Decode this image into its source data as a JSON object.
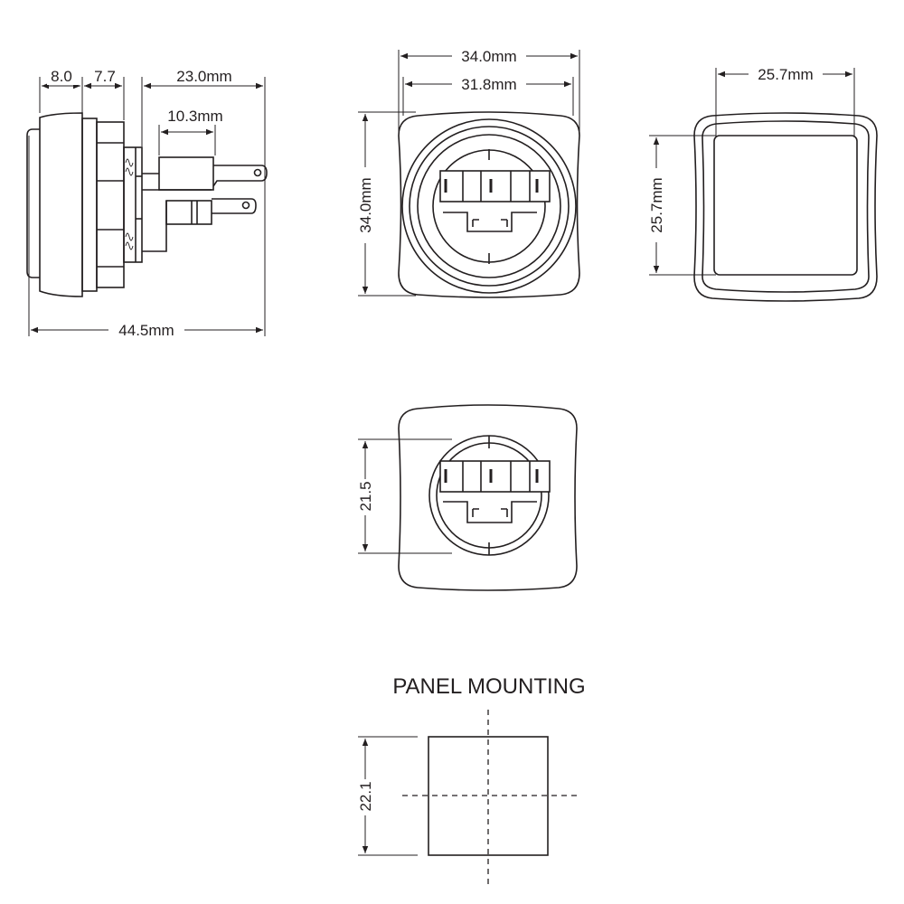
{
  "side_view": {
    "dim_cap": "8.0",
    "dim_bezel": "7.7",
    "dim_rear": "23.0mm",
    "dim_terminal": "10.3mm",
    "dim_total": "44.5mm"
  },
  "front_view": {
    "dim_width_outer": "34.0mm",
    "dim_width_inner": "31.8mm",
    "dim_height": "34.0mm"
  },
  "lens_view": {
    "dim_width": "25.7mm",
    "dim_height": "25.7mm"
  },
  "rear_view": {
    "dim_height": "21.5"
  },
  "panel_mounting": {
    "title": "PANEL MOUNTING",
    "dim_cutout": "22.1"
  }
}
